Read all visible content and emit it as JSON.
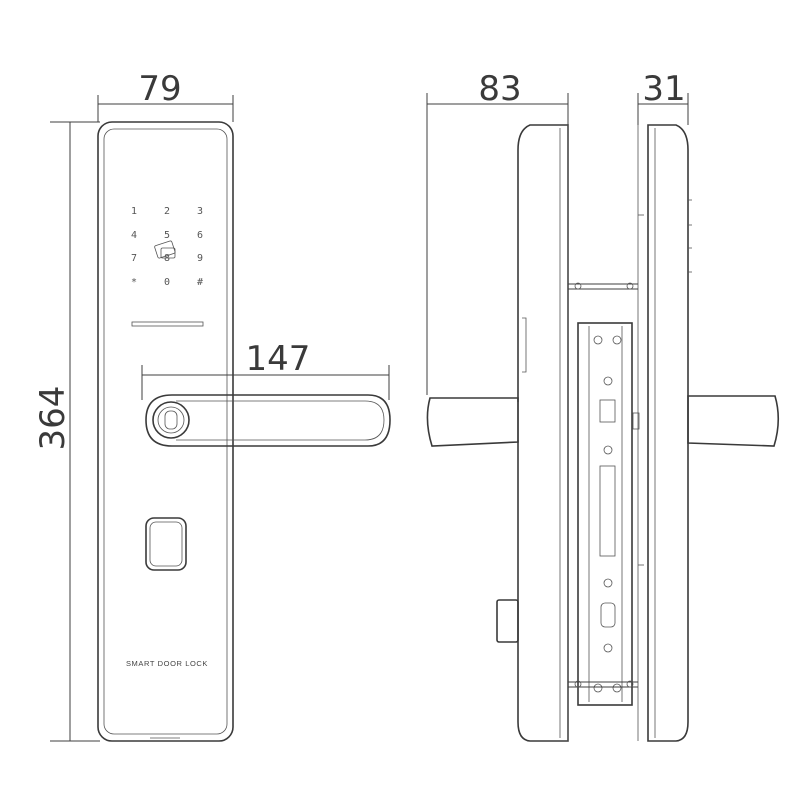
{
  "dimensions": {
    "front_width": "79",
    "total_height": "364",
    "handle_length": "147",
    "side_depth": "83",
    "back_depth": "31"
  },
  "keypad": {
    "rows": [
      [
        "1",
        "2",
        "3"
      ],
      [
        "4",
        "5",
        "6"
      ],
      [
        "7",
        "8",
        "9"
      ],
      [
        "*",
        "0",
        "#"
      ]
    ]
  },
  "brand_text": "SMART DOOR LOCK",
  "colors": {
    "line": "#3f3f3f",
    "text": "#3a3a3a",
    "background": "#ffffff"
  }
}
